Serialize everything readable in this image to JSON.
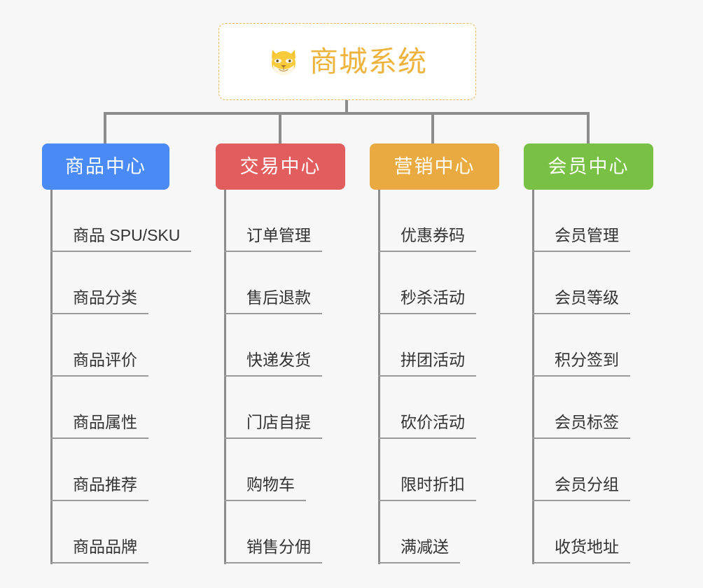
{
  "diagram": {
    "type": "org-tree",
    "root": {
      "icon": "shiba-dog-face-icon",
      "title": "商城系统",
      "border_color": "#e9b451",
      "text_color": "#edb33c",
      "background": "#ffffff"
    },
    "connector_color": "#8c8c8c",
    "canvas_background": "#f7f7f7",
    "leaf_text_color": "#333333",
    "leaf_rule_color": "#9a9a9a",
    "columns": [
      {
        "label": "商品中心",
        "color": "#4a8af4",
        "items": [
          "商品 SPU/SKU",
          "商品分类",
          "商品评价",
          "商品属性",
          "商品推荐",
          "商品品牌"
        ]
      },
      {
        "label": "交易中心",
        "color": "#e25d5d",
        "items": [
          "订单管理",
          "售后退款",
          "快递发货",
          "门店自提",
          "购物车",
          "销售分佣"
        ]
      },
      {
        "label": "营销中心",
        "color": "#e9ab41",
        "items": [
          "优惠券码",
          "秒杀活动",
          "拼团活动",
          "砍价活动",
          "限时折扣",
          "满减送"
        ]
      },
      {
        "label": "会员中心",
        "color": "#79c145",
        "items": [
          "会员管理",
          "会员等级",
          "积分签到",
          "会员标签",
          "会员分组",
          "收货地址"
        ]
      }
    ]
  }
}
